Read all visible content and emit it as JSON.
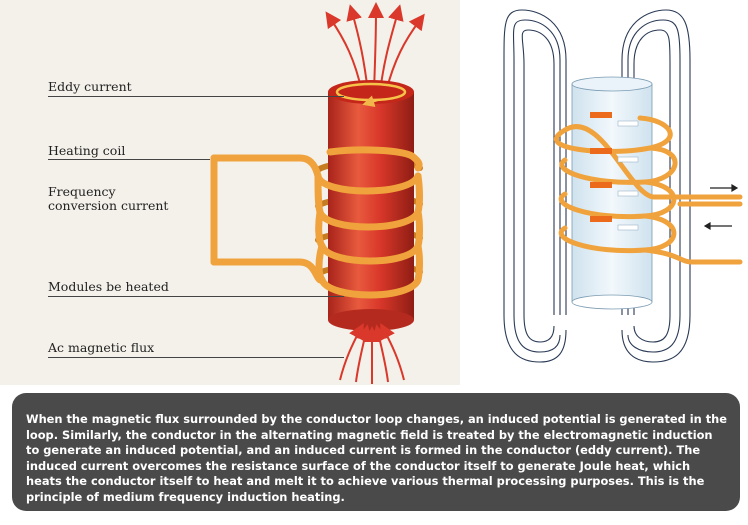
{
  "labels": {
    "eddy_current": "Eddy current",
    "heating_coil": "Heating coil",
    "frequency_conversion_current": "Frequency conversion current",
    "modules_be_heated": "Modules be heated",
    "ac_magnetic_flux": "Ac magnetic flux"
  },
  "caption": "When the magnetic flux surrounded by the conductor loop changes, an induced potential is generated in the loop. Similarly, the conductor in the alternating magnetic field is treated by the electromagnetic induction to generate an induced potential, and an induced current is formed in the conductor (eddy current). The induced current overcomes the resistance surface of the conductor itself to generate Joule heat, which heats the conductor itself to heat and melt it to achieve various thermal processing purposes. This is the principle of medium frequency induction heating.",
  "colors": {
    "cylinder_red": "#d9382a",
    "coil_orange": "#f0a23c",
    "caption_bg": "#4a4a4a",
    "panel_bg": "#f4f1ea"
  }
}
